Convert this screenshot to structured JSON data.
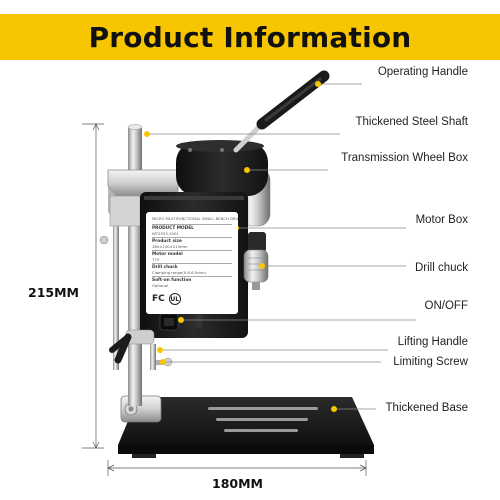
{
  "banner": {
    "title": "Product Information"
  },
  "callouts": [
    {
      "label": "Operating Handle"
    },
    {
      "label": "Thickened Steel Shaft"
    },
    {
      "label": "Transmission Wheel Box"
    },
    {
      "label": "Motor Box"
    },
    {
      "label": "Drill chuck"
    },
    {
      "label": "ON/OFF"
    },
    {
      "label": "Lifting Handle"
    },
    {
      "label": "Limiting Screw"
    },
    {
      "label": "Thickened Base"
    }
  ],
  "dimensions": {
    "height": "215MM",
    "width": "180MM"
  },
  "nameplate": {
    "header": "MICRO MULTIFUNCTIONAL SMALL BENCH DRILL",
    "rows": [
      {
        "key": "PRODUCT MODEL",
        "value": "WT2533-1001"
      },
      {
        "key": "Product size",
        "value": "180×140×215mm"
      },
      {
        "key": "Motor model",
        "value": "775"
      },
      {
        "key": "Drill chuck",
        "value": "Clamping range(0.6-6.5mm)"
      },
      {
        "key": "Soft-on function",
        "value": "Optional"
      }
    ],
    "marks": [
      "FC",
      "UL"
    ]
  },
  "colors": {
    "banner": "#f7c600",
    "accent_dot": "#f7c600",
    "machine_body": "#1c1c1c",
    "steel": "#c8c8c8"
  }
}
